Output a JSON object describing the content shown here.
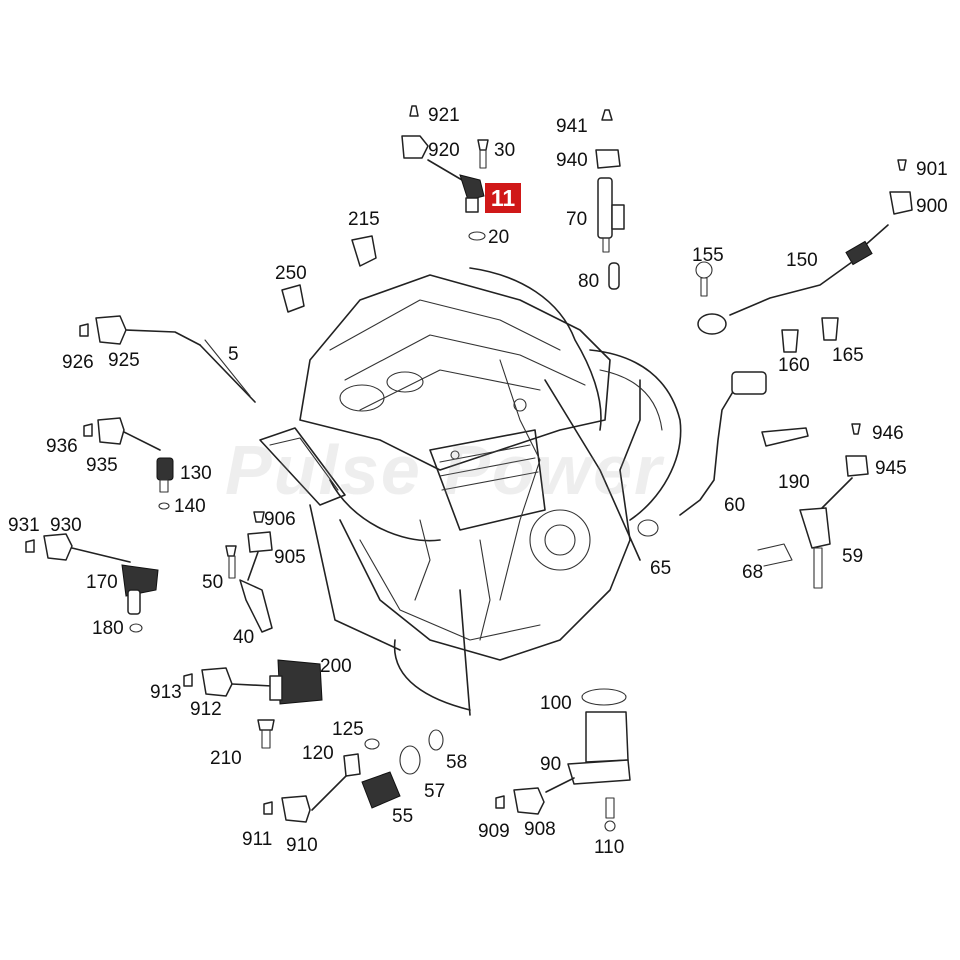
{
  "highlight": {
    "number": "11",
    "color": "#d01818"
  },
  "watermark": "Pulse Power",
  "labels": [
    {
      "id": "921",
      "text": "921"
    },
    {
      "id": "920",
      "text": "920"
    },
    {
      "id": "30",
      "text": "30"
    },
    {
      "id": "20",
      "text": "20"
    },
    {
      "id": "941",
      "text": "941"
    },
    {
      "id": "940",
      "text": "940"
    },
    {
      "id": "70",
      "text": "70"
    },
    {
      "id": "80",
      "text": "80"
    },
    {
      "id": "901",
      "text": "901"
    },
    {
      "id": "900",
      "text": "900"
    },
    {
      "id": "215",
      "text": "215"
    },
    {
      "id": "250",
      "text": "250"
    },
    {
      "id": "155",
      "text": "155"
    },
    {
      "id": "150",
      "text": "150"
    },
    {
      "id": "160",
      "text": "160"
    },
    {
      "id": "165",
      "text": "165"
    },
    {
      "id": "926",
      "text": "926"
    },
    {
      "id": "925",
      "text": "925"
    },
    {
      "id": "5",
      "text": "5"
    },
    {
      "id": "936",
      "text": "936"
    },
    {
      "id": "935",
      "text": "935"
    },
    {
      "id": "130",
      "text": "130"
    },
    {
      "id": "140",
      "text": "140"
    },
    {
      "id": "946",
      "text": "946"
    },
    {
      "id": "945",
      "text": "945"
    },
    {
      "id": "190",
      "text": "190"
    },
    {
      "id": "60",
      "text": "60"
    },
    {
      "id": "931",
      "text": "931"
    },
    {
      "id": "930",
      "text": "930"
    },
    {
      "id": "906",
      "text": "906"
    },
    {
      "id": "905",
      "text": "905"
    },
    {
      "id": "170",
      "text": "170"
    },
    {
      "id": "180",
      "text": "180"
    },
    {
      "id": "50",
      "text": "50"
    },
    {
      "id": "40",
      "text": "40"
    },
    {
      "id": "65",
      "text": "65"
    },
    {
      "id": "68",
      "text": "68"
    },
    {
      "id": "59",
      "text": "59"
    },
    {
      "id": "913",
      "text": "913"
    },
    {
      "id": "912",
      "text": "912"
    },
    {
      "id": "200",
      "text": "200"
    },
    {
      "id": "210",
      "text": "210"
    },
    {
      "id": "125",
      "text": "125"
    },
    {
      "id": "120",
      "text": "120"
    },
    {
      "id": "58",
      "text": "58"
    },
    {
      "id": "57",
      "text": "57"
    },
    {
      "id": "55",
      "text": "55"
    },
    {
      "id": "100",
      "text": "100"
    },
    {
      "id": "90",
      "text": "90"
    },
    {
      "id": "911",
      "text": "911"
    },
    {
      "id": "910",
      "text": "910"
    },
    {
      "id": "909",
      "text": "909"
    },
    {
      "id": "908",
      "text": "908"
    },
    {
      "id": "110",
      "text": "110"
    }
  ]
}
